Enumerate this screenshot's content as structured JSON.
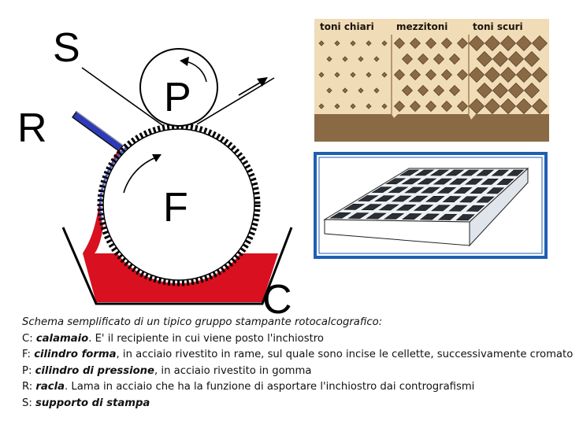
{
  "letters": {
    "s": "S",
    "p": "P",
    "r": "R",
    "f": "F",
    "c": "C"
  },
  "cells_panel": {
    "labels": [
      "toni chiari",
      "mezzitoni",
      "toni scuri"
    ]
  },
  "caption": {
    "title": "Schema semplificato di un tipico gruppo stampante rotocalcografico:",
    "items": [
      {
        "key": "C: ",
        "term": "calamaio",
        "rest": ". E' il recipiente in cui viene posto l'inchiostro"
      },
      {
        "key": "F: ",
        "term": "cilindro forma",
        "rest": ", in acciaio rivestito in rame, sul quale sono incise le cellette, successivamente cromato"
      },
      {
        "key": "P: ",
        "term": "cilindro di pressione",
        "rest": ", in acciaio rivestito in gomma"
      },
      {
        "key": "R: ",
        "term": "racla",
        "rest": ". Lama in acciaio che ha la funzione di asportare l'inchiostro dai contrografismi"
      },
      {
        "key": "S: ",
        "term": "supporto di stampa",
        "rest": ""
      }
    ]
  },
  "colors": {
    "ink": "#d8101f",
    "blade": "#2d3bb8",
    "panel_bg": "#f1dcb8",
    "panel_base": "#8a6a45",
    "frame_blue": "#1f5fb4"
  }
}
